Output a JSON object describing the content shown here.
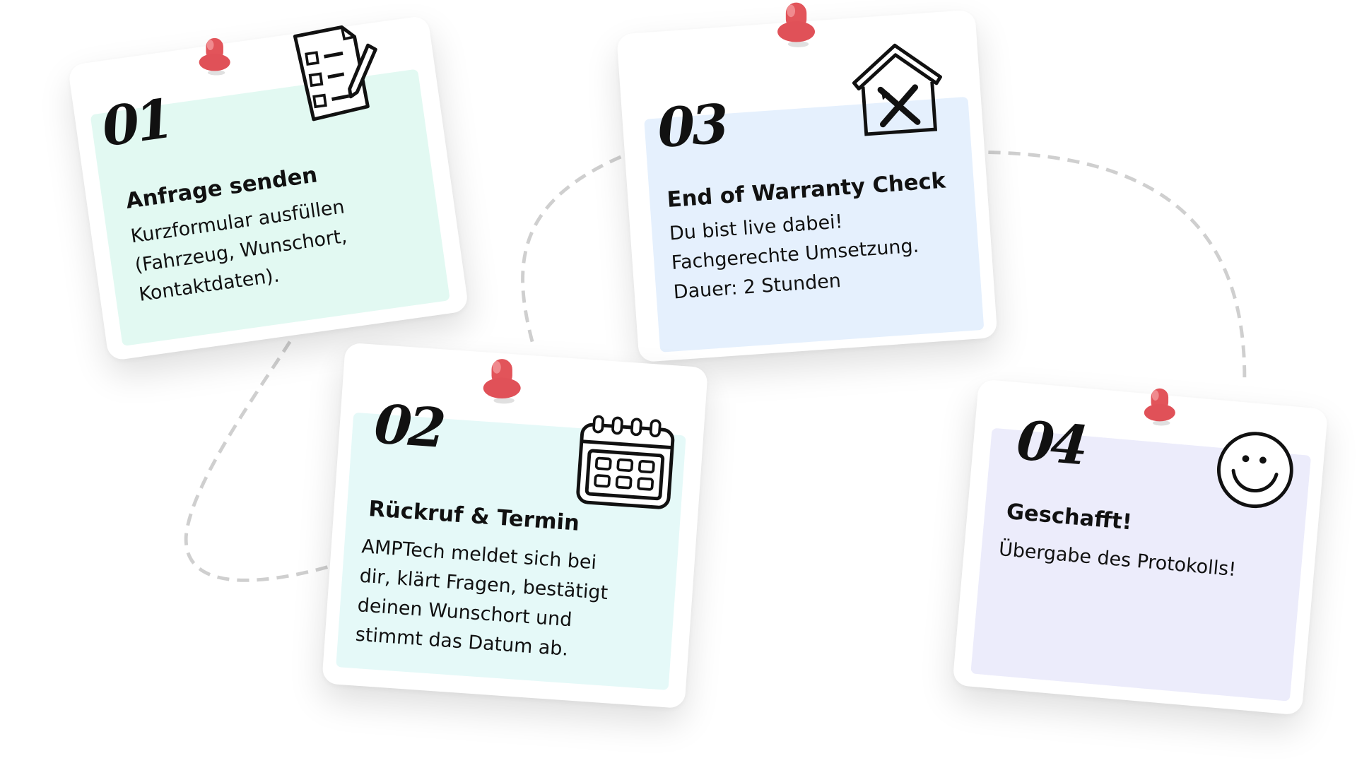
{
  "steps": [
    {
      "number": "01",
      "title": "Anfrage senden",
      "lines": [
        "Kurzformular ausfüllen",
        "(Fahrzeug, Wunschort,",
        "Kontaktdaten)."
      ],
      "icon": "checklist-form-icon",
      "color": "#e2f9f2"
    },
    {
      "number": "02",
      "title": "Rückruf & Termin",
      "lines": [
        "AMPTech meldet sich bei",
        "dir, klärt Fragen, bestätigt",
        "deinen Wunschort und",
        "stimmt das Datum ab."
      ],
      "icon": "calendar-icon",
      "color": "#e5f9f8"
    },
    {
      "number": "03",
      "title": "End of Warranty Check",
      "lines": [
        "Du bist live dabei!",
        "Fachgerechte Umsetzung.",
        "Dauer: 2 Stunden"
      ],
      "icon": "house-tools-icon",
      "color": "#e5f0fd"
    },
    {
      "number": "04",
      "title": "Geschafft!",
      "lines": [
        "Übergabe des Protokolls!"
      ],
      "icon": "smiley-icon",
      "color": "#ececfb"
    }
  ],
  "colors": {
    "pin": "#e2545a",
    "dash": "#cfcfcf"
  }
}
